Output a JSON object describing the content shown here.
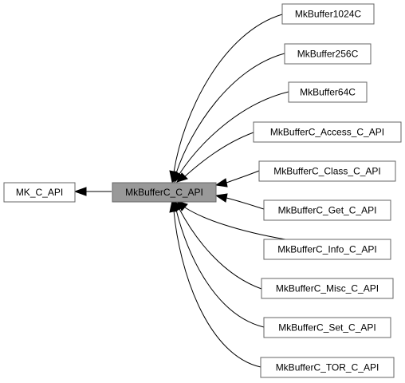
{
  "diagram": {
    "parent": {
      "label": "MK_C_API"
    },
    "current": {
      "label": "MkBufferC_C_API"
    },
    "children": [
      {
        "label": "MkBuffer1024C"
      },
      {
        "label": "MkBuffer256C"
      },
      {
        "label": "MkBuffer64C"
      },
      {
        "label": "MkBufferC_Access_C_API"
      },
      {
        "label": "MkBufferC_Class_C_API"
      },
      {
        "label": "MkBufferC_Get_C_API"
      },
      {
        "label": "MkBufferC_Info_C_API"
      },
      {
        "label": "MkBufferC_Misc_C_API"
      },
      {
        "label": "MkBufferC_Set_C_API"
      },
      {
        "label": "MkBufferC_TOR_C_API"
      }
    ]
  }
}
